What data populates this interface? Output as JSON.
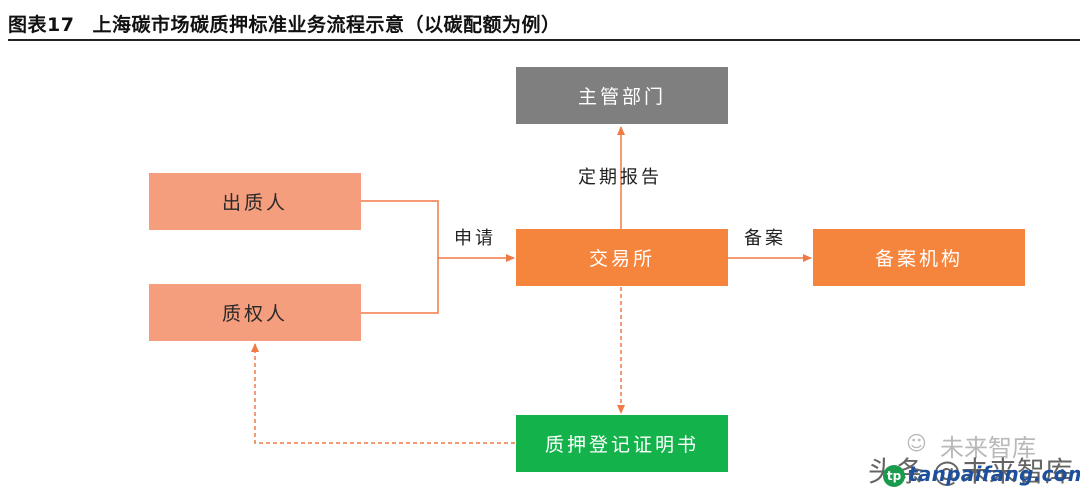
{
  "figure": {
    "number": "图表17",
    "title": "上海碳市场碳质押标准业务流程示意（以碳配额为例）"
  },
  "nodes": {
    "authority": "主管部门",
    "pledgor": "出质人",
    "pledgee": "质权人",
    "exchange": "交易所",
    "filing_agency": "备案机构",
    "certificate": "质押登记证明书"
  },
  "edges": {
    "apply": "申请",
    "periodic_report": "定期报告",
    "filing": "备案"
  },
  "colors": {
    "party": "#f59e7e",
    "exchange": "#f5843c",
    "authority": "#7f7f7f",
    "certificate": "#13b24b",
    "arrow": "#f07a45"
  },
  "watermark": {
    "brand": "未来智库",
    "source": "头条 @未来智库",
    "logo_text": "tp",
    "url": "tanpaifang.com"
  }
}
